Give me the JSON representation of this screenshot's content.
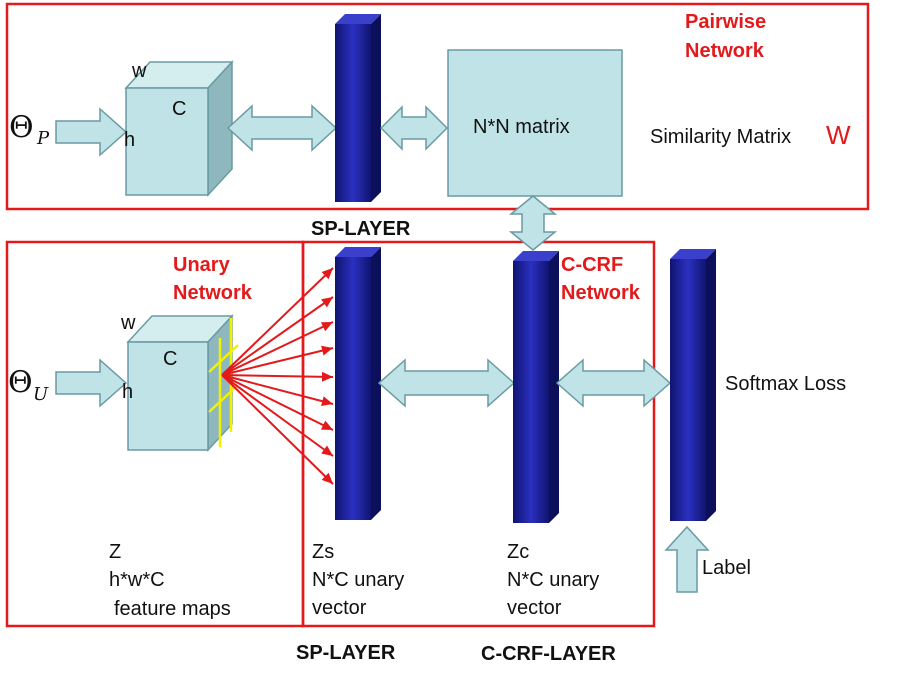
{
  "colors": {
    "border_red": "#e31a1c",
    "bar_blue": "#1a1f9e",
    "box_fill": "#bfe3e6",
    "arrow_fill": "#bfe3e6",
    "highlight_yellow": "#f2f200"
  },
  "pairwise": {
    "title_line1": "Pairwise",
    "title_line2": "Network",
    "theta": "Θ",
    "theta_sub": "P",
    "cube_w": "w",
    "cube_c": "C",
    "cube_h": "h",
    "matrix_label": "N*N matrix",
    "similarity_label": "Similarity Matrix",
    "similarity_symbol": "W"
  },
  "sp_layer_top_label": "SP-LAYER",
  "unary": {
    "title_line1": "Unary",
    "title_line2": "Network",
    "theta": "Θ",
    "theta_sub": "U",
    "cube_w": "w",
    "cube_c": "C",
    "cube_h": "h",
    "z_label": "Z",
    "z_dims": "h*w*C",
    "z_desc": "feature maps"
  },
  "crf": {
    "title_line1": "C-CRF",
    "title_line2": "Network"
  },
  "zs": {
    "name": "Zs",
    "line2": "N*C unary",
    "line3": "vector"
  },
  "zc": {
    "name": "Zc",
    "line2": "N*C unary",
    "line3": "vector"
  },
  "softmax_label": "Softmax Loss",
  "label_text": "Label",
  "bottom_labels": {
    "sp_layer": "SP-LAYER",
    "crf_layer": "C-CRF-LAYER"
  }
}
